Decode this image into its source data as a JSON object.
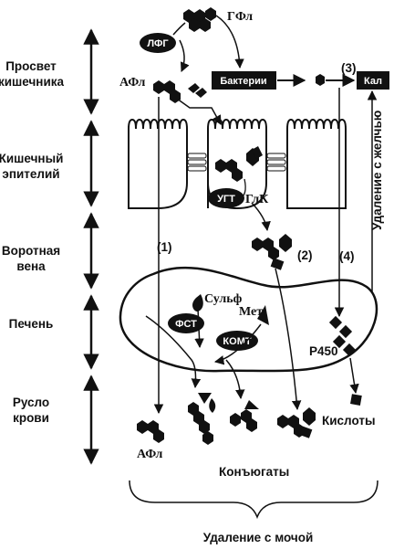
{
  "sections": [
    {
      "line1": "Просвет",
      "line2": "кишечника"
    },
    {
      "line1": "Кишечный",
      "line2": "эпителий"
    },
    {
      "line1": "Воротная",
      "line2": "вена"
    },
    {
      "line1": "Печень",
      "line2": ""
    },
    {
      "line1": "Русло",
      "line2": "крови"
    }
  ],
  "labels": {
    "gfl": "ГФл",
    "lfg": "ЛФГ",
    "afl_top": "АФл",
    "bacteria": "Бактерии",
    "feces": "Кал",
    "ugt": "УГТ",
    "glk": "ГлК",
    "sulf": "Сульф",
    "met": "Мет",
    "fst": "ФСТ",
    "komt": "КОМТ",
    "p450": "P450",
    "acids": "Кислоты",
    "afl_bottom": "АФл",
    "conjugates": "Конъюгаты",
    "urine": "Удаление с мочой",
    "bile": "Удаление с желчью",
    "path1": "(1)",
    "path2": "(2)",
    "path3": "(3)",
    "path4": "(4)"
  }
}
